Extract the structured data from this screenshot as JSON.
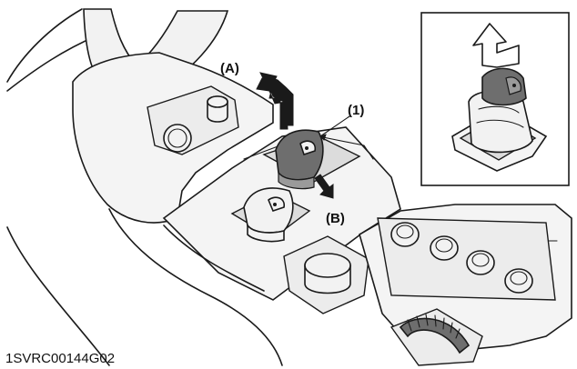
{
  "figure": {
    "labels": {
      "part_1": "(1)",
      "direction_a": "(A)",
      "direction_b": "(B)"
    },
    "figure_code": "1SVRC00144G02"
  }
}
